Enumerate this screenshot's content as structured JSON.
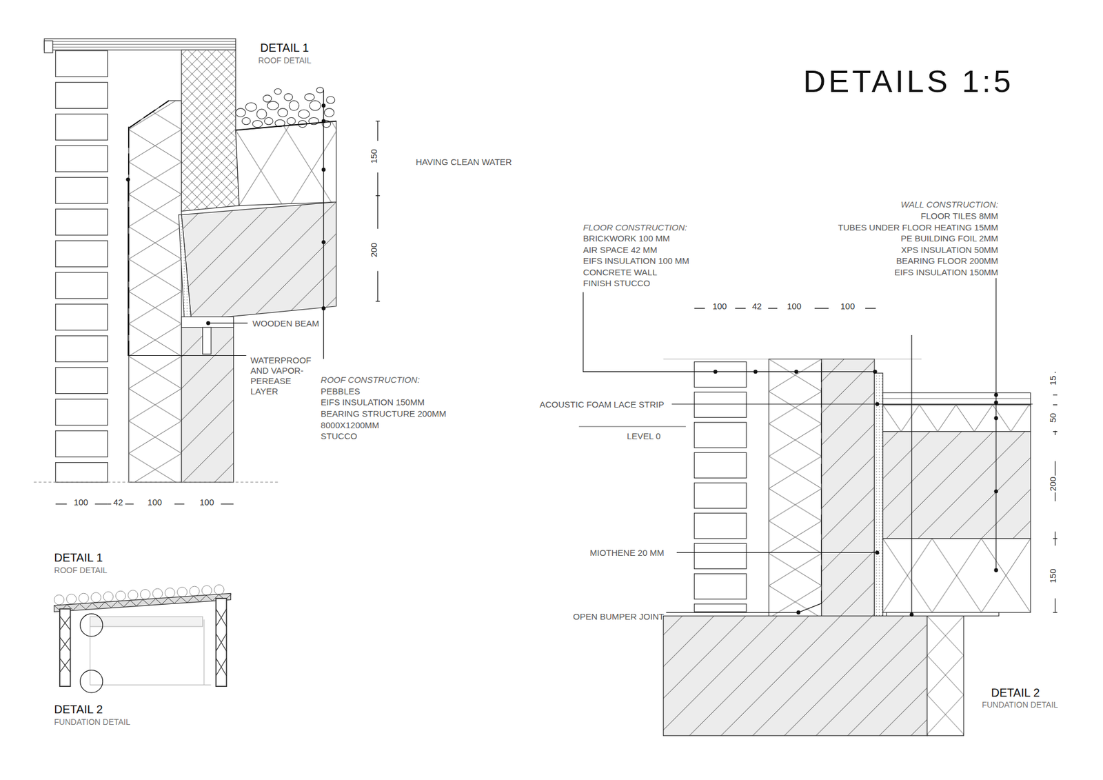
{
  "diagram": {
    "title": "DETAILS 1:5",
    "labels": [
      "DETAIL 1",
      "ROOF DETAIL",
      "150",
      "200",
      "HAVING CLEAN WATER",
      "WOODEN BEAM",
      "WATERPROOF AND VAPOR- PEREASE LAYER",
      "ROOF CONSTRUCTION:",
      "PEBBLES",
      "EIFS INSULATION 150MM",
      "BEARING STRUCTURE 200MM",
      "8000X1200MM",
      "STUCCO",
      "100",
      "42",
      "100",
      "100",
      "DETAIL 1",
      "ROOF DETAIL",
      "DETAIL 2",
      "FUNDATION DETAIL",
      "FLOOR CONSTRUCTION:",
      "BRICKWORK 100 MM",
      "AIR SPACE 42 MM",
      "EIFS INSULATION 100 MM",
      "CONCRETE WALL",
      "FINISH STUCCO",
      "WALL CONSTRUCTION:",
      "FLOOR TILES 8MM",
      "TUBES UNDER FLOOR HEATING 15MM",
      "PE BUILDING FOIL 2MM",
      "XPS INSULATION 50MM",
      "BEARING FLOOR 200MM",
      "EIFS INSULATION 150MM",
      "100",
      "42",
      "100",
      "100",
      "ACOUSTIC FOAM LACE STRIP",
      "LEVEL 0",
      "MIOTHENE 20 MM",
      "OPEN BUMPER JOINT",
      "15",
      "50",
      "200",
      "150",
      "DETAIL 2",
      "FUNDATION DETAIL"
    ]
  }
}
